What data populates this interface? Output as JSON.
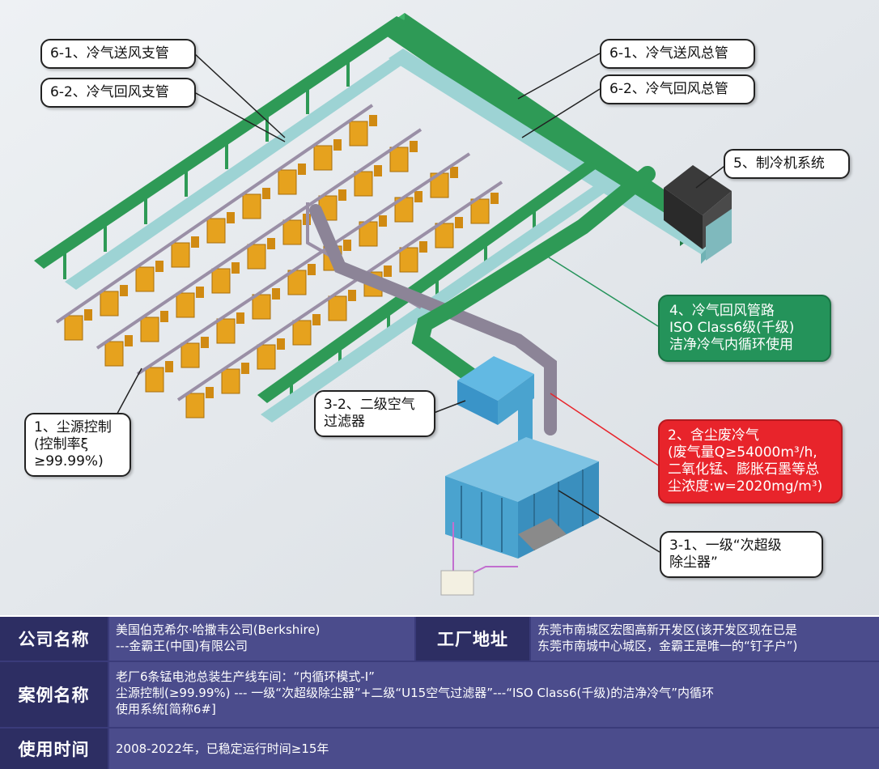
{
  "labels": {
    "branch_supply": "6-1、冷气送风支管",
    "branch_return": "6-2、冷气回风支管",
    "main_supply": "6-1、冷气送风总管",
    "main_return": "6-2、冷气回风总管",
    "chiller": "5、制冷机系统",
    "return_pipeline": [
      "4、冷气回风管路",
      "ISO Class6级(千级)",
      "洁净冷气内循环使用"
    ],
    "secondary_filter": [
      "3-2、二级空气",
      "过滤器"
    ],
    "dust_source": [
      "1、尘源控制",
      "(控制率ξ",
      "≥99.99%)"
    ],
    "dusty_air": [
      "2、含尘废冷气",
      "(废气量Q≥54000m³/h,",
      "二氧化锰、膨胀石墨等总",
      "尘浓度:w=2020mg/m³)"
    ],
    "primary_collector": [
      "3-1、一级“次超级",
      "除尘器”"
    ]
  },
  "table": {
    "company_label": "公司名称",
    "company_value": [
      "美国伯克希尔·哈撒韦公司(Berkshire)",
      "---金霸王(中国)有限公司"
    ],
    "address_label": "工厂地址",
    "address_value": [
      "东莞市南城区宏图高新开发区(该开发区现在已是",
      "东莞市南城中心城区，金霸王是唯一的“钉子户”)"
    ],
    "case_label": "案例名称",
    "case_value": [
      "老厂6条锰电池总装生产线车间：“内循环模式-Ⅰ”",
      "尘源控制(≥99.99%)  ---  一级“次超级除尘器”+二级“U15空气过滤器”---“ISO Class6(千级)的洁净冷气”内循环",
      "使用系统[简称6#]"
    ],
    "period_label": "使用时间",
    "period_value": "2008-2022年，已稳定运行时间≥15年"
  },
  "colors": {
    "supply_pipe": "#2e9a56",
    "return_pipe": "#9dd3d4",
    "dust_duct": "#9a8fa6",
    "equipment": "#e6a21e",
    "collector": "#4aa3cf",
    "table_header": "#2d2e63",
    "table_value": "#4b4c8c",
    "callout_green": "#24935a",
    "callout_red": "#e8242b"
  }
}
